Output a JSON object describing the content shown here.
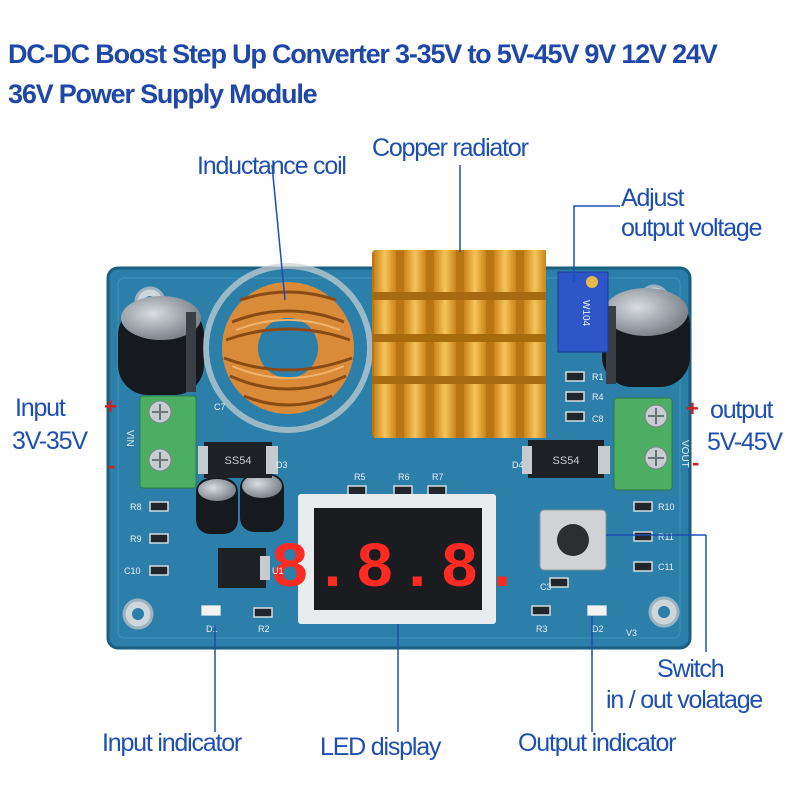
{
  "title": {
    "line1": "DC-DC Boost Step Up Converter 3-35V to 5V-45V 9V 12V 24V",
    "line2": "36V Power Supply Module"
  },
  "callouts": {
    "inductance_coil": "Inductance coil",
    "copper_radiator": "Copper radiator",
    "adjust_line1": "Adjust",
    "adjust_line2": "output voltage",
    "input_line1": "Input",
    "input_line2": "3V-35V",
    "output_line1": "output",
    "output_line2": "5V-45V",
    "switch_line1": "Switch",
    "switch_line2": "in / out volatage",
    "input_indicator": "Input indicator",
    "led_display": "LED display",
    "output_indicator": "Output indicator"
  },
  "signs": {
    "plus": "+",
    "minus": "-"
  },
  "silkscreen": {
    "vin": "VIN",
    "vout": "VOUT",
    "pot_code": "W104",
    "c7": "C7",
    "d3": "D3",
    "d4": "D4",
    "ss54_left": "SS54",
    "ss54_right": "SS54",
    "r1": "R1",
    "r4": "R4",
    "c8": "C8",
    "r5": "R5",
    "r6": "R6",
    "r7": "R7",
    "r8": "R8",
    "r9": "R9",
    "c10": "C10",
    "u1": "U1",
    "d1": "D1",
    "r2": "R2",
    "c3": "C3",
    "r3": "R3",
    "d2": "D2",
    "v3": "V3",
    "r10": "R10",
    "r11": "R11",
    "c11": "C11"
  },
  "display": {
    "digits": "8.8.8."
  },
  "colors": {
    "board": "#2b7fa8",
    "label_blue": "#1d4fb3",
    "sign_red": "#d62020",
    "segment_red": "#ff2a22",
    "heatsink_gold": "#e8a632"
  }
}
